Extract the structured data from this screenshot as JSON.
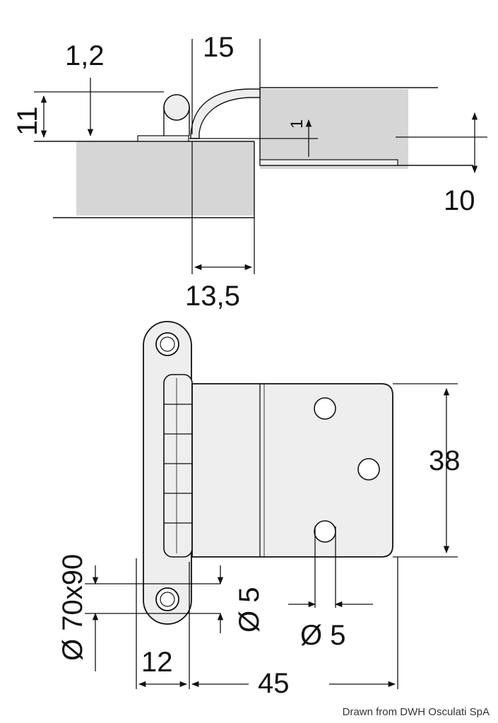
{
  "colors": {
    "wood": "#d6d6d6",
    "metal": "#eeeeee",
    "line": "#111111"
  },
  "labels": {
    "dim_1_2": "1,2",
    "dim_15": "15",
    "dim_11": "11",
    "dim_1": "1",
    "dim_10": "10",
    "dim_13_5": "13,5",
    "dim_38": "38",
    "dim_d5_vert": "Ø 5",
    "dim_d5_horiz": "Ø 5",
    "dim_d70x90": "Ø 70x90",
    "dim_12": "12",
    "dim_45": "45"
  },
  "credit": "Drawn from DWH Osculati SpA"
}
